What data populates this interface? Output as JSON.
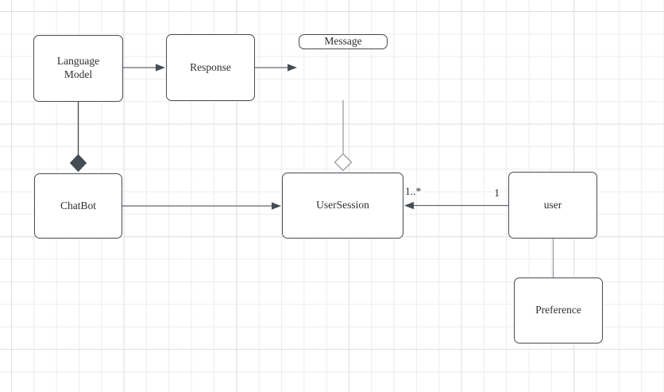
{
  "colors": {
    "canvas_bg": "#ffffff",
    "grid_minor": "#ededed",
    "grid_major": "#e0e0e0",
    "node_fill": "#ffffff",
    "node_border": "#454d54",
    "node_text": "#2f2f2f",
    "edge_stroke": "#63696f",
    "edge_dark": "#454d54",
    "edge_light": "#979ca1"
  },
  "diagram": {
    "type": "uml-class-diagram",
    "nodes": [
      {
        "id": "language-model",
        "label": "Language Model"
      },
      {
        "id": "response",
        "label": "Response"
      },
      {
        "id": "message",
        "label": "Message"
      },
      {
        "id": "chatbot",
        "label": "ChatBot"
      },
      {
        "id": "usersession",
        "label": "UserSession"
      },
      {
        "id": "user",
        "label": "user"
      },
      {
        "id": "preference",
        "label": "Preference"
      }
    ],
    "edges": [
      {
        "from": "Language Model",
        "to": "Response",
        "type": "directed-arrow"
      },
      {
        "from": "Response",
        "to": "Message",
        "type": "directed-arrow"
      },
      {
        "from": "Language Model",
        "to": "ChatBot",
        "type": "composition",
        "diamond": "filled",
        "diamond_at": "ChatBot"
      },
      {
        "from": "Message",
        "to": "UserSession",
        "type": "aggregation",
        "diamond": "hollow",
        "diamond_at": "UserSession"
      },
      {
        "from": "ChatBot",
        "to": "UserSession",
        "type": "directed-arrow"
      },
      {
        "from": "user",
        "to": "UserSession",
        "type": "directed-arrow",
        "source_label": "1",
        "target_label": "1..*"
      },
      {
        "from": "user",
        "to": "Preference",
        "type": "line"
      }
    ]
  }
}
